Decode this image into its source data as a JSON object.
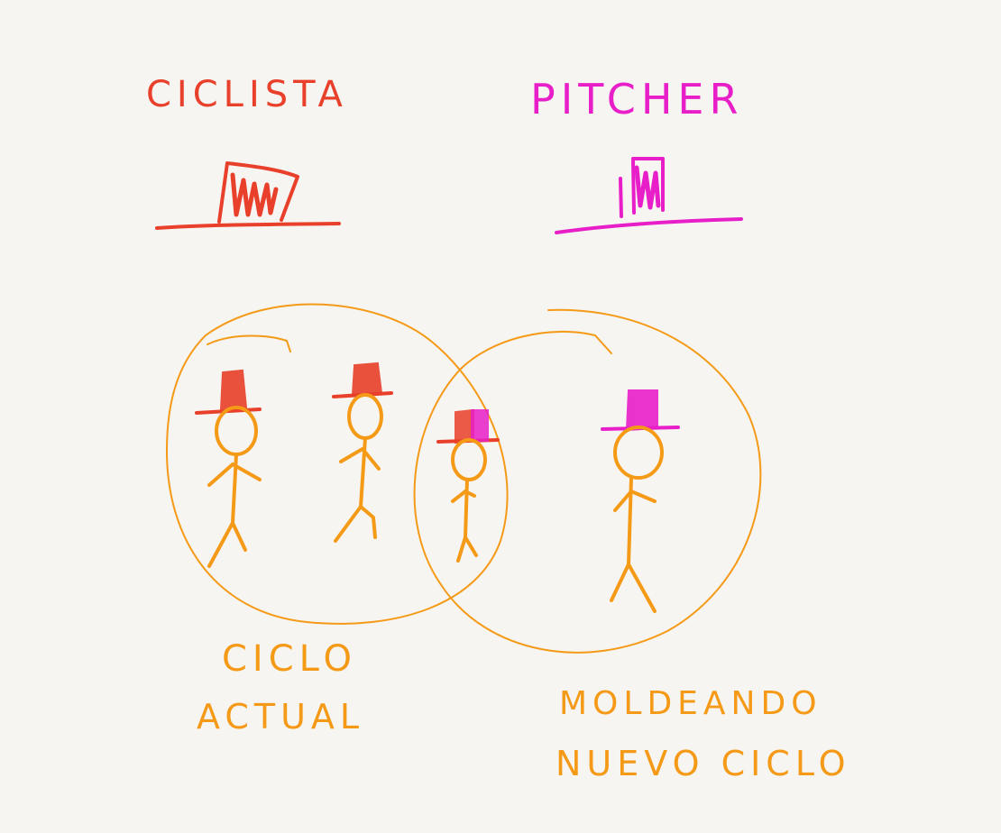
{
  "headings": {
    "ciclista": "CICLISTA",
    "pitcher": "PITCHER"
  },
  "captions": {
    "ciclo_line1": "CICLO",
    "ciclo_line2": "ACTUAL",
    "moldeando_line1": "MOLDEANDO",
    "moldeando_line2": "NUEVO CICLO"
  },
  "colors": {
    "background": "#f7f5f2",
    "ciclista_red": "#e8402a",
    "pitcher_magenta": "#e81fc8",
    "stroke_orange": "#f59a17"
  }
}
